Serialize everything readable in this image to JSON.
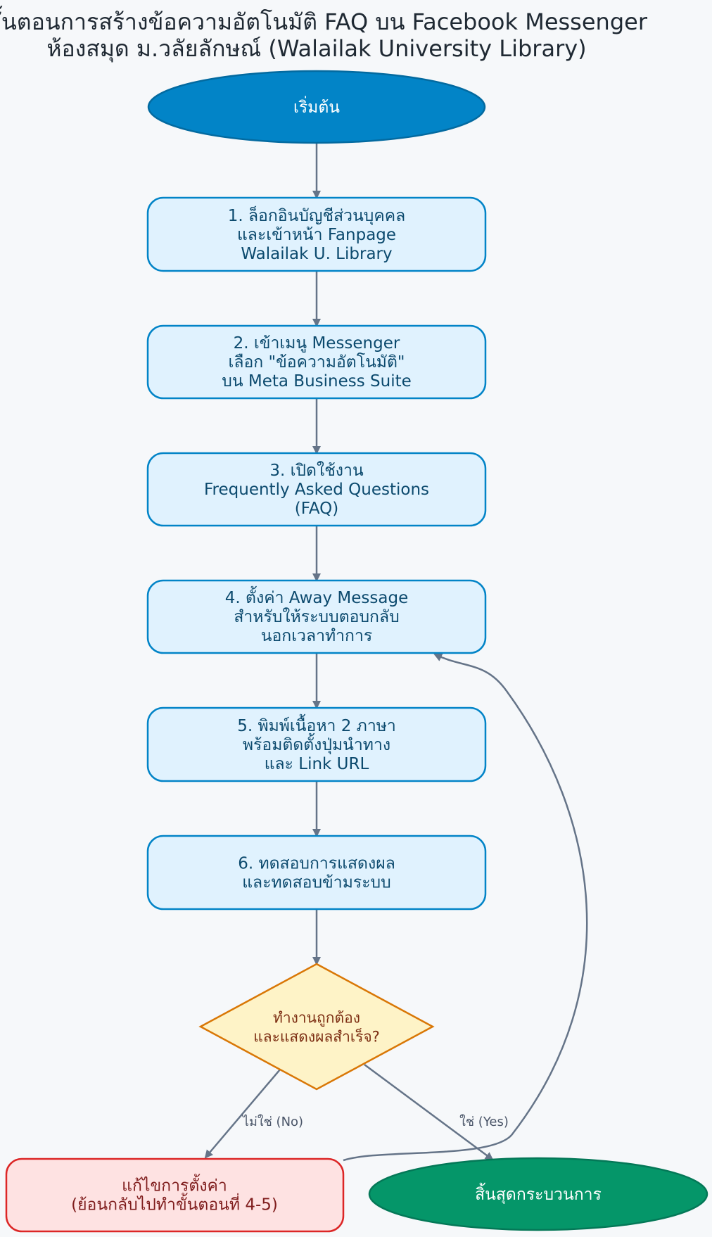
{
  "title": {
    "line1": "ขั้นตอนการสร้างข้อความอัตโนมัติ FAQ บน Facebook Messenger",
    "line2": "ห้องสมุด ม.วลัยลักษณ์ (Walailak University Library)"
  },
  "colors": {
    "start_fill": "#0284c7",
    "step_fill": "#e0f2fe",
    "step_stroke": "#0284c7",
    "step_text": "#0c4a6e",
    "decision_fill": "#fef3c7",
    "decision_stroke": "#d97706",
    "decision_text": "#7c2d12",
    "fix_fill": "#fee2e2",
    "fix_stroke": "#dc2626",
    "fix_text": "#7f1d1d",
    "end_fill": "#059669",
    "edge": "#657488"
  },
  "nodes": {
    "start": {
      "lines": [
        "เริ่มต้น"
      ]
    },
    "step1": {
      "lines": [
        "1. ล็อกอินบัญชีส่วนบุคคล",
        "และเข้าหน้า Fanpage",
        "Walailak U. Library"
      ]
    },
    "step2": {
      "lines": [
        "2. เข้าเมนู Messenger",
        "เลือก \"ข้อความอัตโนมัติ\"",
        "บน Meta Business Suite"
      ]
    },
    "step3": {
      "lines": [
        "3. เปิดใช้งาน",
        "Frequently Asked Questions",
        "(FAQ)"
      ]
    },
    "step4": {
      "lines": [
        "4. ตั้งค่า Away Message",
        "สำหรับให้ระบบตอบกลับ",
        "นอกเวลาทำการ"
      ]
    },
    "step5": {
      "lines": [
        "5. พิมพ์เนื้อหา 2 ภาษา",
        "พร้อมติดตั้งปุ่มนำทาง",
        "และ Link URL"
      ]
    },
    "step6": {
      "lines": [
        "6. ทดสอบการแสดงผล",
        "และทดสอบข้ามระบบ"
      ]
    },
    "decision": {
      "lines": [
        "ทำงานถูกต้อง",
        "และแสดงผลสำเร็จ?"
      ]
    },
    "fix": {
      "lines": [
        "แก้ไขการตั้งค่า",
        "(ย้อนกลับไปทำขั้นตอนที่ 4-5)"
      ]
    },
    "end": {
      "lines": [
        "สิ้นสุดกระบวนการ"
      ]
    }
  },
  "edges": {
    "no_label": "ไม่ใช่ (No)",
    "yes_label": "ใช่ (Yes)"
  }
}
